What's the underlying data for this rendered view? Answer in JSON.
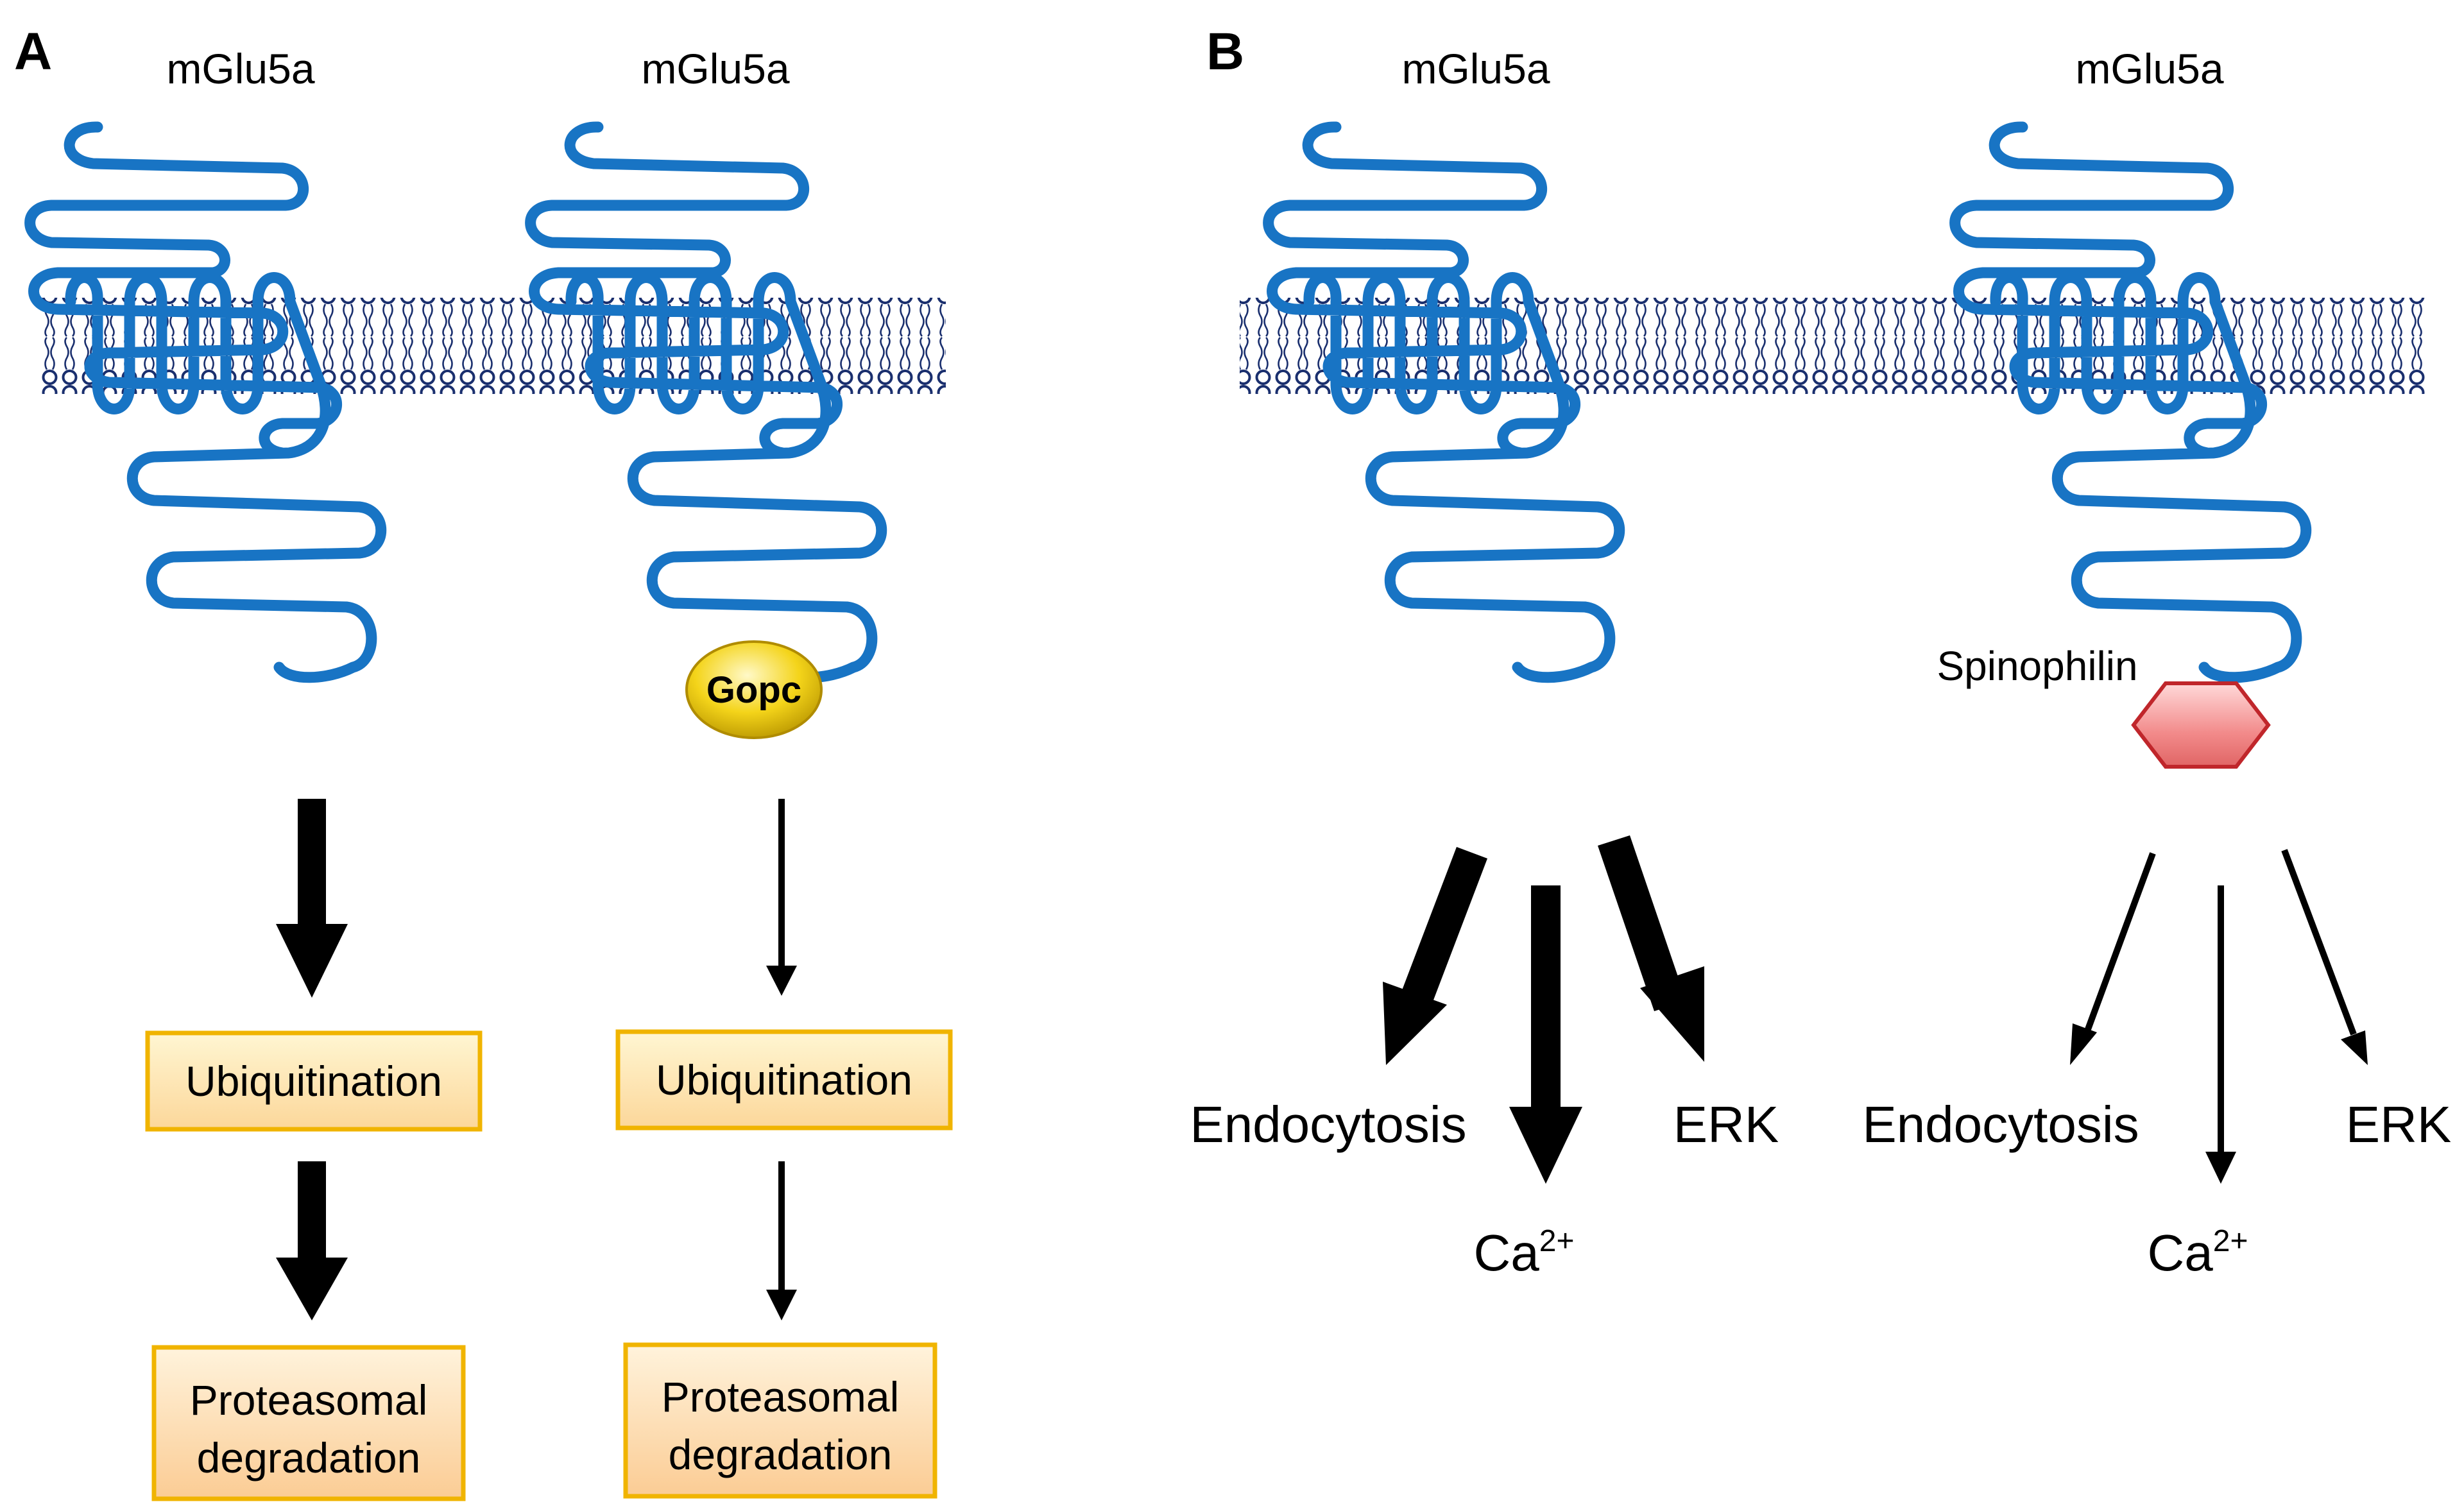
{
  "colors": {
    "receptor": "#1874c4",
    "membrane": "#1a2f6e",
    "box_border": "#f0b400",
    "box_fill_top": "#fff6d2",
    "box_fill_bottom": "#fcd79a",
    "gopc": "#f2d000",
    "spinophilin": "#e87878"
  },
  "panel_a": {
    "letter": "A",
    "left": {
      "receptor_label": "mGlu5a",
      "step1": "Ubiquitination",
      "step2_line1": "Proteasomal",
      "step2_line2": "degradation",
      "arrow_weight": "thick"
    },
    "right": {
      "receptor_label": "mGlu5a",
      "partner": "Gopc",
      "step1": "Ubiquitination",
      "step2_line1": "Proteasomal",
      "step2_line2": "degradation",
      "arrow_weight": "thin"
    }
  },
  "panel_b": {
    "letter": "B",
    "left": {
      "receptor_label": "mGlu5a",
      "effect1": "Endocytosis",
      "effect2_base": "Ca",
      "effect2_sup": "2+",
      "effect3": "ERK",
      "arrow_weight": "thick"
    },
    "right": {
      "receptor_label": "mGlu5a",
      "partner": "Spinophilin",
      "effect1": "Endocytosis",
      "effect2_base": "Ca",
      "effect2_sup": "2+",
      "effect3": "ERK",
      "arrow_weight": "thin"
    }
  }
}
